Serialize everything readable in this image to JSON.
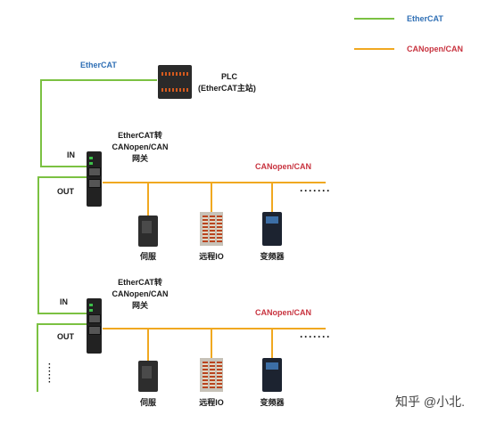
{
  "colors": {
    "ethercat": "#7bc142",
    "canopen": "#f0a820"
  },
  "legend": {
    "ethercat": "EtherCAT",
    "canopen": "CANopen/CAN"
  },
  "top": {
    "ethercat_label": "EtherCAT",
    "plc_label": "PLC",
    "plc_sublabel": "(EtherCAT主站)"
  },
  "gateways": [
    {
      "title_line1": "EtherCAT转",
      "title_line2": "CANopen/CAN",
      "title_line3": "网关",
      "in": "IN",
      "out": "OUT",
      "bus_label": "CANopen/CAN",
      "more": "·······",
      "devices": [
        "伺服",
        "远程IO",
        "变频器"
      ]
    },
    {
      "title_line1": "EtherCAT转",
      "title_line2": "CANopen/CAN",
      "title_line3": "网关",
      "in": "IN",
      "out": "OUT",
      "bus_label": "CANopen/CAN",
      "more": "·······",
      "devices": [
        "伺服",
        "远程IO",
        "变频器"
      ]
    }
  ],
  "watermark": "知乎 @小北."
}
